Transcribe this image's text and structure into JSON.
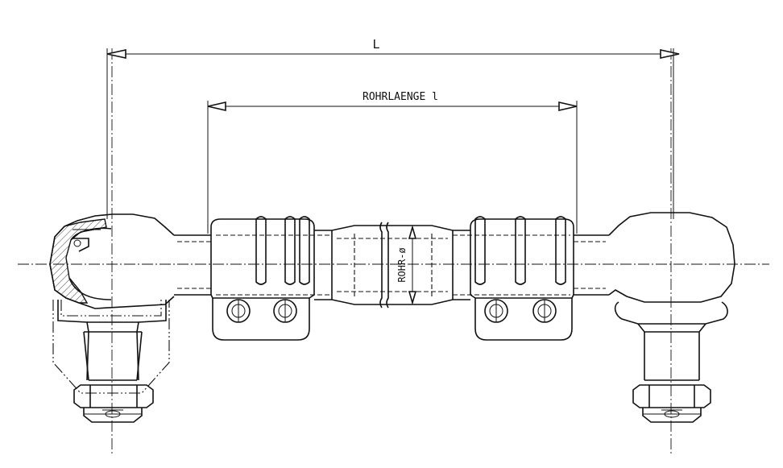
{
  "dimensions": {
    "overall_length": "L",
    "tube_length": "ROHRLAENGE l",
    "tube_diameter": "ROHR-ø"
  },
  "colors": {
    "line": "#111111",
    "background": "#ffffff"
  }
}
